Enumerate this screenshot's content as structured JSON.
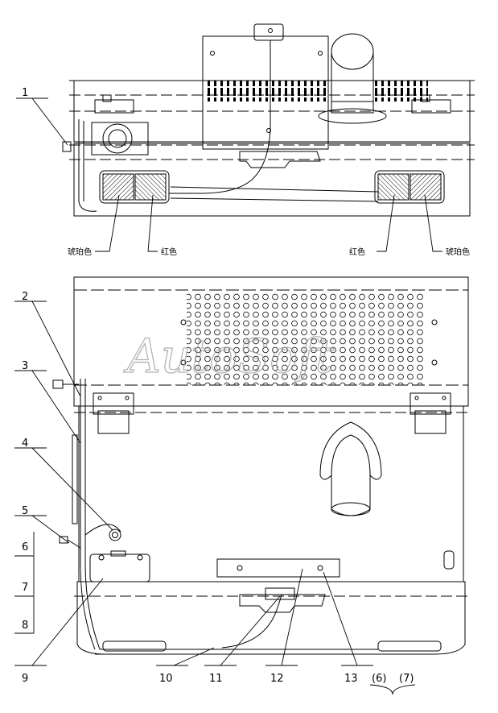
{
  "callouts": [
    "1",
    "2",
    "3",
    "4",
    "5",
    "6",
    "7",
    "8",
    "9",
    "10",
    "11",
    "12",
    "13",
    "(6)",
    "(7)"
  ],
  "top_view_labels": {
    "amber_left": "琥珀色",
    "red_left": "红色",
    "red_right": "红色",
    "amber_right": "琥珀色"
  },
  "watermark": "AutoSoft"
}
